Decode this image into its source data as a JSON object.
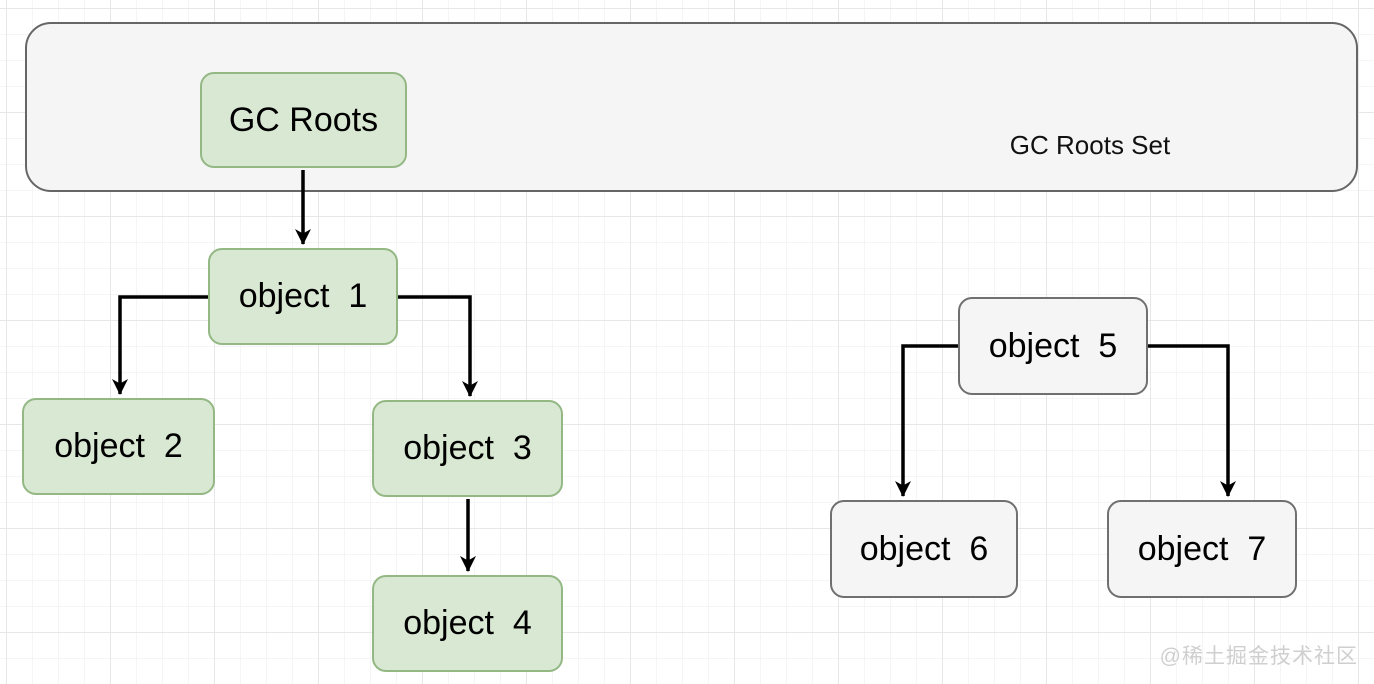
{
  "diagram": {
    "kind": "gc-roots-reachability-diagram",
    "container": {
      "label": "GC Roots Set"
    },
    "nodes": {
      "gc_roots": {
        "label": "GC Roots",
        "style": "green"
      },
      "object1": {
        "label": "object  1",
        "style": "green"
      },
      "object2": {
        "label": "object  2",
        "style": "green"
      },
      "object3": {
        "label": "object  3",
        "style": "green"
      },
      "object4": {
        "label": "object  4",
        "style": "green"
      },
      "object5": {
        "label": "object  5",
        "style": "gray"
      },
      "object6": {
        "label": "object  6",
        "style": "gray"
      },
      "object7": {
        "label": "object  7",
        "style": "gray"
      }
    },
    "edges": [
      {
        "from": "gc_roots",
        "to": "object1"
      },
      {
        "from": "object1",
        "to": "object2"
      },
      {
        "from": "object1",
        "to": "object3"
      },
      {
        "from": "object3",
        "to": "object4"
      },
      {
        "from": "object5",
        "to": "object6"
      },
      {
        "from": "object5",
        "to": "object7"
      }
    ],
    "colors": {
      "reachable_fill": "#d9e8d3",
      "reachable_border": "#93b884",
      "unreachable_fill": "#f5f5f5",
      "unreachable_border": "#707070",
      "container_fill": "#f5f5f6",
      "container_border": "#666666",
      "edge_stroke": "#000000"
    }
  },
  "watermark": {
    "text": "@稀土掘金技术社区"
  }
}
